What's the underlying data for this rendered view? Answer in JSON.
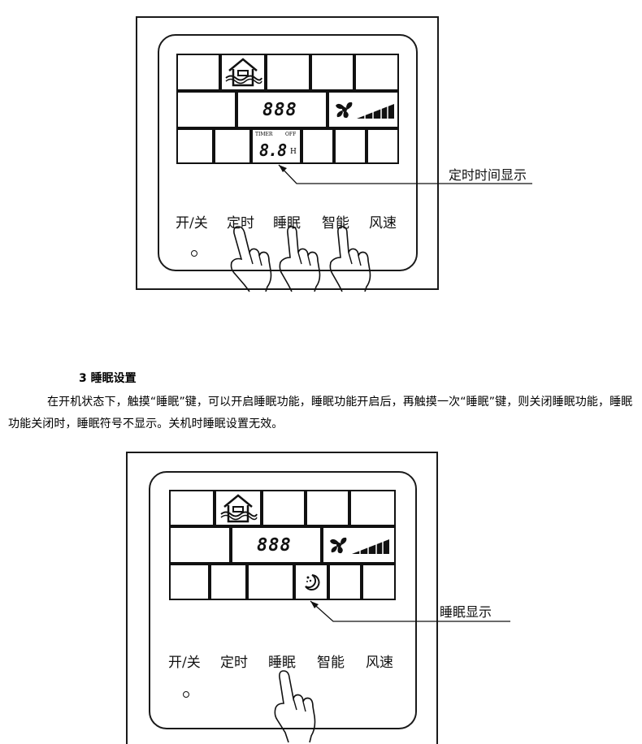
{
  "top_figure": {
    "lcd": {
      "temp_digits": "888",
      "timer_label": "TIMER",
      "off_label": "OFF",
      "timer_digits": "8.8",
      "hour_unit": "H"
    },
    "buttons": [
      "开/关",
      "定时",
      "睡眠",
      "智能",
      "风速"
    ],
    "callout": "定时时间显示"
  },
  "section": {
    "heading": "3 睡眠设置",
    "paragraph": "在开机状态下，触摸“睡眠”键，可以开启睡眠功能，睡眠功能开启后，再触摸一次“睡眠”键，则关闭睡眠功能，睡眠功能关闭时，睡眠符号不显示。关机时睡眠设置无效。"
  },
  "bottom_figure": {
    "lcd": {
      "temp_digits": "888"
    },
    "buttons": [
      "开/关",
      "定时",
      "睡眠",
      "智能",
      "风速"
    ],
    "callout": "睡眠显示"
  },
  "icons": [
    "house-icon",
    "fan-icon",
    "fan-speed-bars-icon",
    "sleep-moon-icon",
    "pointing-hand-icon",
    "power-led-icon"
  ]
}
